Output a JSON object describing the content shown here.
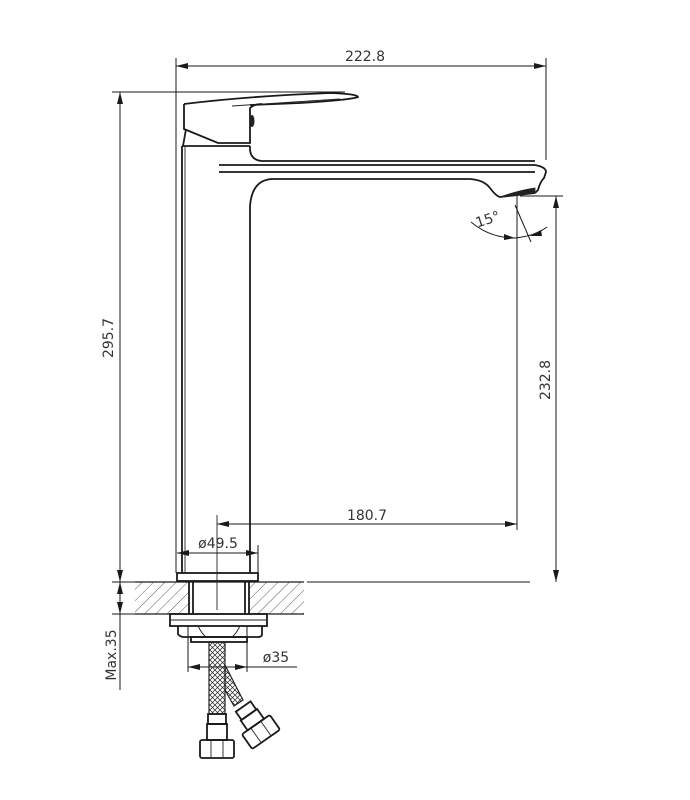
{
  "drawing": {
    "subject": "tall basin mixer faucet side elevation",
    "line_color": "#1a1a1a",
    "background": "#ffffff"
  },
  "dimensions": {
    "overall_width": "222.8",
    "overall_height": "295.7",
    "spout_clearance": "232.8",
    "spout_reach": "180.7",
    "base_diameter": "ø49.5",
    "shank_diameter": "ø35",
    "max_deck_thickness": "Max.35",
    "spray_angle": "15°"
  }
}
